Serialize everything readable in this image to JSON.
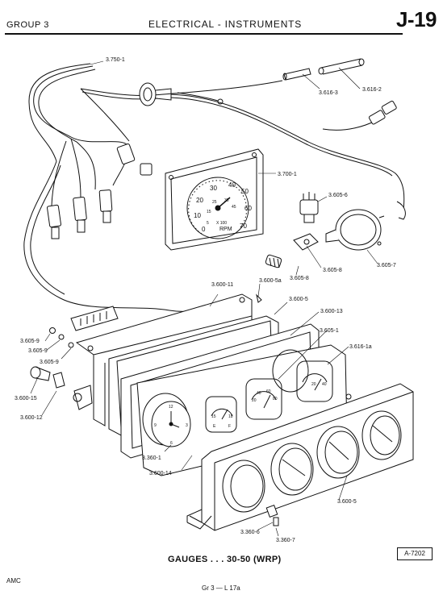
{
  "header": {
    "group": "GROUP 3",
    "section_title": "ELECTRICAL - INSTRUMENTS",
    "page_number": "J-19"
  },
  "callouts": {
    "c1": "3.750-1",
    "c2": "3.616-3",
    "c3": "3.616-2",
    "c4": "3.700-1",
    "c5": "3.605-6",
    "c6": "3.605-7",
    "c7": "3.605-8",
    "c8": "3.605-8",
    "c9": "3.600-11",
    "c10": "3.600-5a",
    "c11": "3.600-5",
    "c12": "3.600-13",
    "c13": "3.605-1",
    "c14": "3.616-1a",
    "c15": "3.605-9",
    "c16": "3.605-9",
    "c17": "3.605-9",
    "c18": "3.600-15",
    "c19": "3.600-12",
    "c20": "3.360-1",
    "c21": "3.600-14",
    "c22": "3.600-5",
    "c23": "3.360-6",
    "c24": "3.360-7"
  },
  "tachometer": {
    "scale": [
      "0",
      "10",
      "20",
      "30",
      "40",
      "50",
      "60",
      "70"
    ],
    "inner": [
      "5",
      "15",
      "25",
      "35",
      "45"
    ],
    "unit": "RPM",
    "multiplier": "X 100"
  },
  "small_gauges": {
    "g1": [
      "20",
      "40",
      "60",
      "80"
    ],
    "g2": [
      "20",
      "40"
    ],
    "g3": [
      "15",
      "18"
    ],
    "g4": [
      "E",
      "F"
    ],
    "clock": [
      "12",
      "3",
      "6",
      "9"
    ]
  },
  "caption": "GAUGES . . . 30-50 (WRP)",
  "figure_id": "A-7202",
  "footer": {
    "left": "AMC",
    "center": "Gr 3 — L 17a"
  }
}
